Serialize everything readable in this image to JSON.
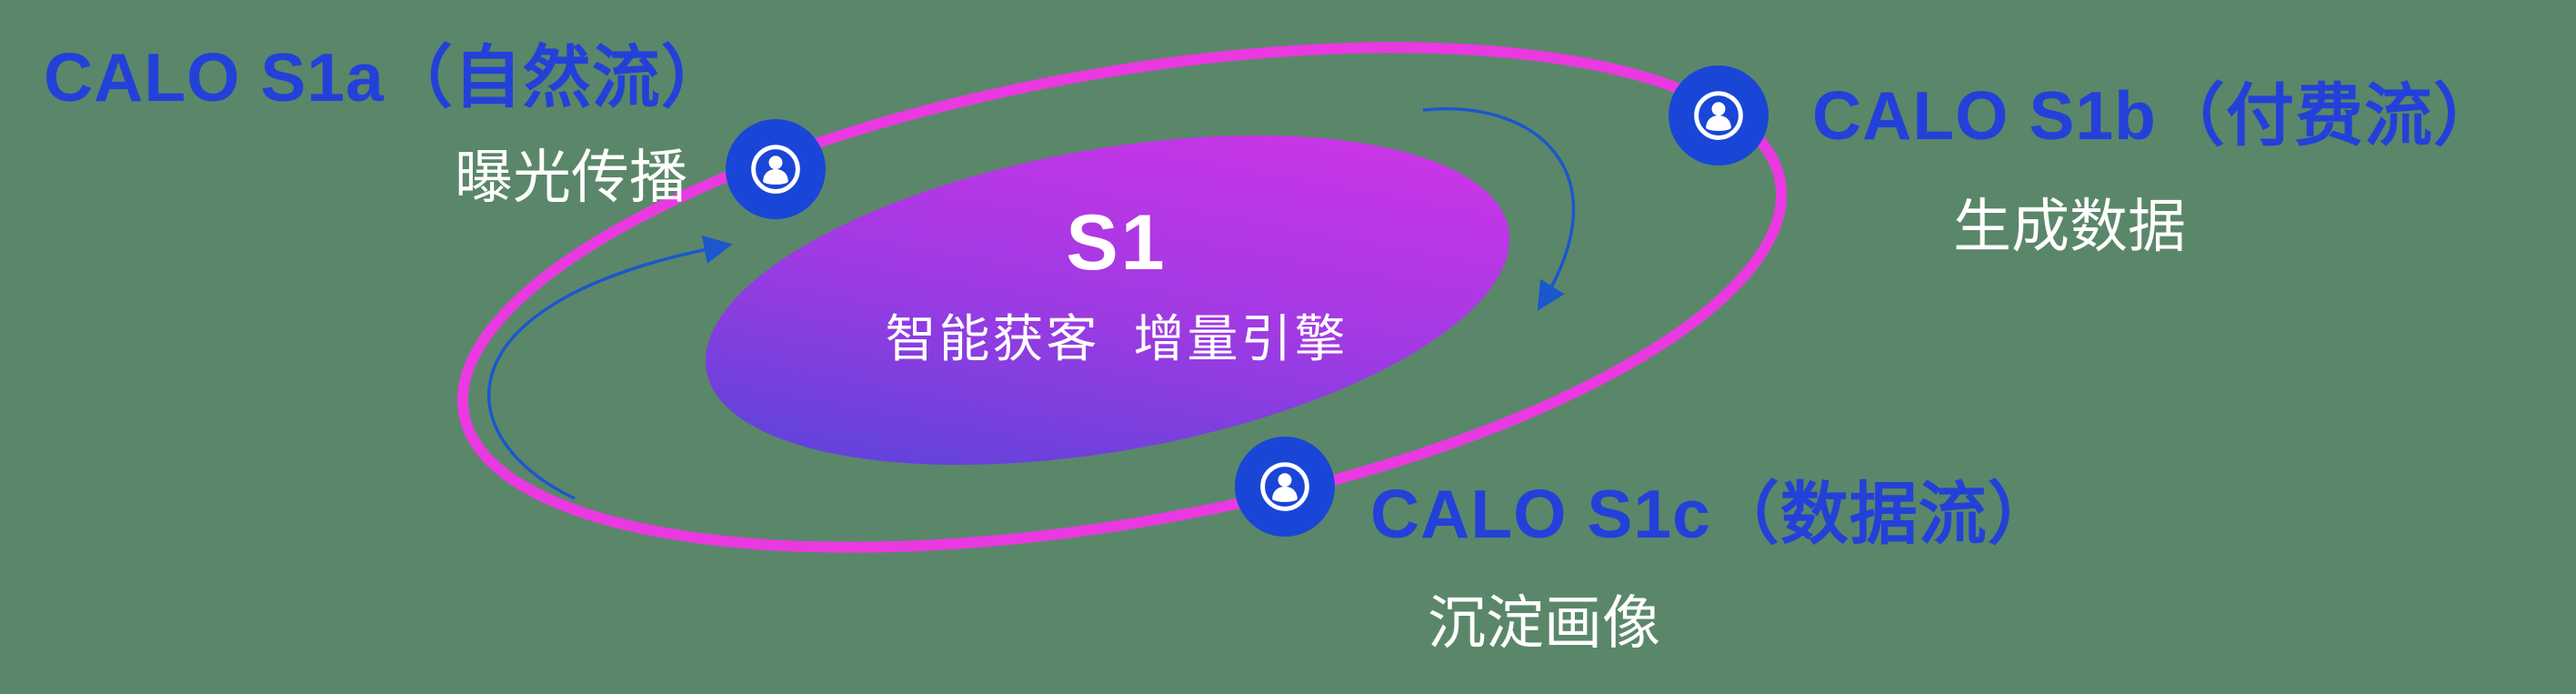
{
  "canvas": {
    "background": "#5a8769"
  },
  "colors": {
    "label_blue": "#2341d8",
    "sublabel_white": "#ffffff",
    "orbit_pink": "#ea39e1",
    "icon_blue": "#1946d6",
    "arrow_blue": "#1b57cd",
    "core_gradient_start": "#4a46d8",
    "core_gradient_mid": "#a13ae3",
    "core_gradient_end": "#da33e8"
  },
  "core": {
    "title": "S1",
    "subtitle": "智能获客  增量引擎"
  },
  "nodes": {
    "s1a": {
      "label": "CALO S1a（自然流）",
      "sublabel": "曝光传播",
      "icon": "user-circle-icon"
    },
    "s1b": {
      "label": "CALO S1b（付费流）",
      "sublabel": "生成数据",
      "icon": "user-circle-icon"
    },
    "s1c": {
      "label": "CALO S1c（数据流）",
      "sublabel": "沉淀画像",
      "icon": "user-circle-icon"
    }
  }
}
